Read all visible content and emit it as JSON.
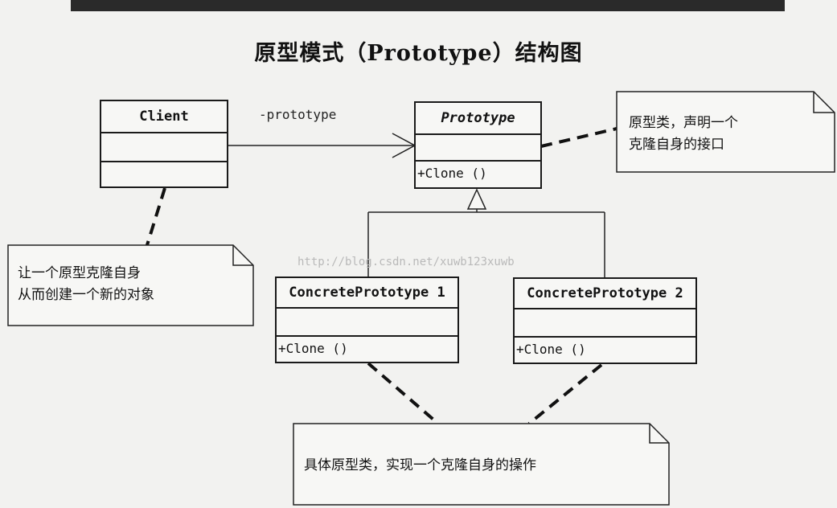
{
  "title": "原型模式（Prototype）结构图",
  "association_label": "-prototype",
  "watermark": "http://blog.csdn.net/xuwb123xuwb",
  "classes": {
    "client": {
      "name": "Client"
    },
    "prototype": {
      "name": "Prototype",
      "operation": "+Clone ()"
    },
    "concrete1": {
      "name": "ConcretePrototype 1",
      "operation": "+Clone ()"
    },
    "concrete2": {
      "name": "ConcretePrototype 2",
      "operation": "+Clone ()"
    }
  },
  "notes": {
    "prototype_note": {
      "line1": "原型类，声明一个",
      "line2": "克隆自身的接口"
    },
    "client_note": {
      "line1": "让一个原型克隆自身",
      "line2": "从而创建一个新的对象"
    },
    "concrete_note": {
      "line1": "具体原型类，实现一个克隆自身的操作"
    }
  }
}
